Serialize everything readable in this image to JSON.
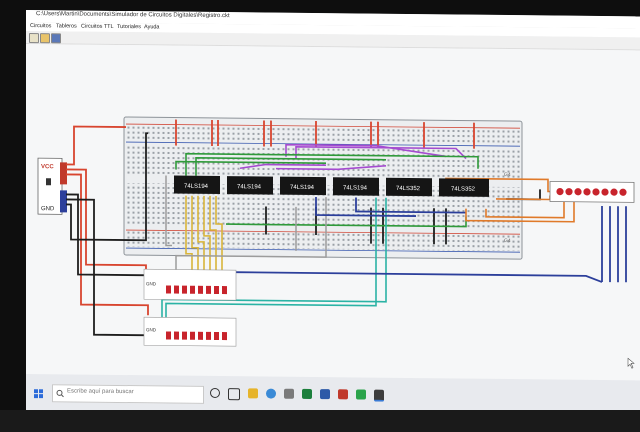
{
  "window": {
    "title": "C:\\Users\\Martin\\Documents\\Simulador de Circuitos Digitales\\Registro.ckt"
  },
  "menu": [
    "Circuitos",
    "Tableros",
    "Circuitos TTL",
    "Tutoriales",
    "Ayuda"
  ],
  "toolbar": {
    "buttons": [
      "new-icon",
      "open-icon",
      "save-icon"
    ]
  },
  "power": {
    "vcc_label": "VCC",
    "gnd_label": "GND"
  },
  "chips": [
    "74LS194",
    "74LS194",
    "74LS194",
    "74LS194",
    "74LS352",
    "74LS352"
  ],
  "breadboard": {
    "row_labels": [
      "G4",
      "G4"
    ]
  },
  "switch_banks": [
    {
      "labels": [
        "GND"
      ]
    },
    {
      "labels": [
        "GND"
      ]
    }
  ],
  "taskbar": {
    "search_placeholder": "Escribe aquí para buscar"
  },
  "colors": {
    "wire_red": "#d8452f",
    "wire_blue": "#2c3f9b",
    "wire_green": "#2f9a3a",
    "wire_yellow": "#d9b53a",
    "wire_purple": "#a54bd0",
    "wire_cyan": "#2bb3a5",
    "wire_black": "#1e1e1e",
    "wire_orange": "#e07a2a",
    "wire_gray": "#9c9c9c",
    "led_red": "#c8242c"
  }
}
